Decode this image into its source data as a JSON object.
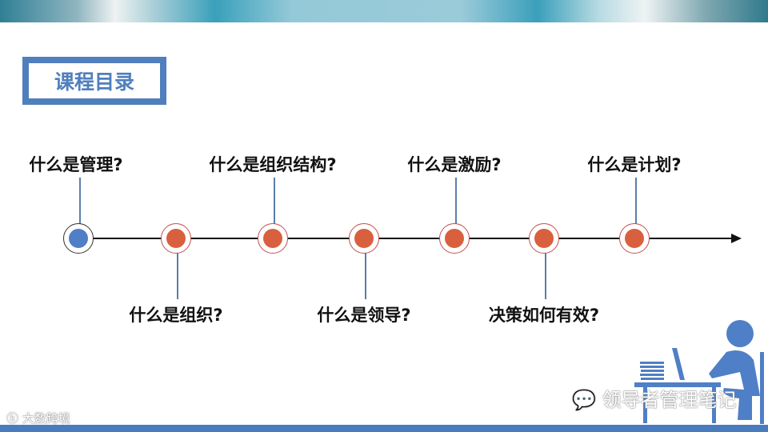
{
  "title": "课程目录",
  "timeline": [
    {
      "label": "什么是管理?",
      "position": "top",
      "active": true
    },
    {
      "label": "什么是组织?",
      "position": "bottom",
      "active": false
    },
    {
      "label": "什么是组织结构?",
      "position": "top",
      "active": false
    },
    {
      "label": "什么是领导?",
      "position": "bottom",
      "active": false
    },
    {
      "label": "什么是激励?",
      "position": "top",
      "active": false
    },
    {
      "label": "决策如何有效?",
      "position": "bottom",
      "active": false
    },
    {
      "label": "什么是计划?",
      "position": "top",
      "active": false
    }
  ],
  "watermarks": {
    "wechat": "领导者管理笔记",
    "corner": "大数跨境"
  },
  "colors": {
    "accent": "#4f7fbd",
    "node": "#d9603f",
    "active_node": "#4f7fc6"
  }
}
